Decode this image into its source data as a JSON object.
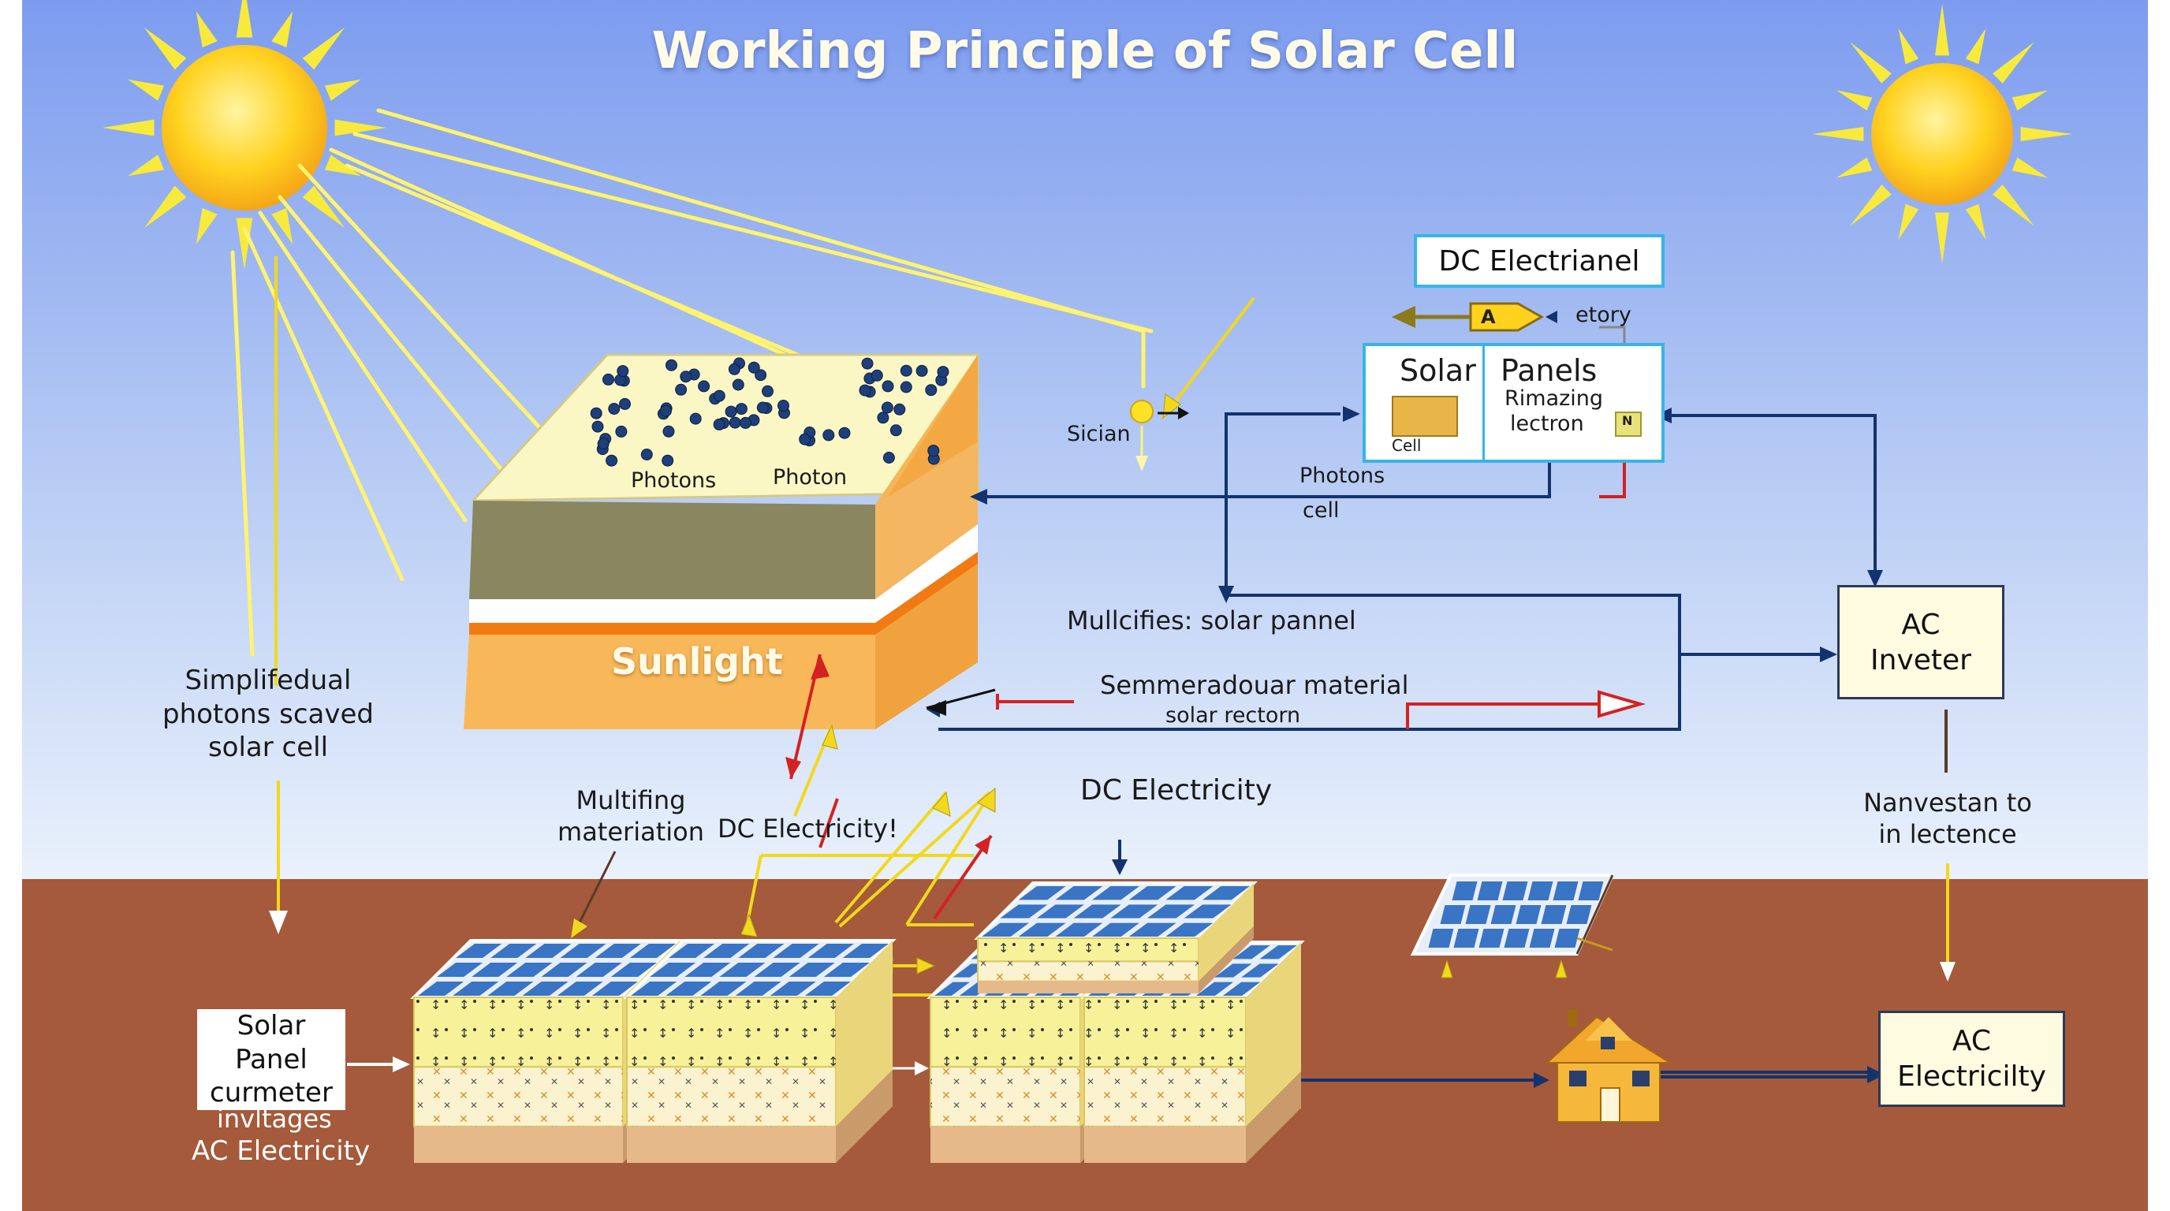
{
  "title": "Working Principle of Solar Cell",
  "colors": {
    "sky_top": "#7f9ff0",
    "sky_bottom": "#e7f0fb",
    "ground": "#a45a3b",
    "sun": "#ffd21f",
    "ray": "#fff27a",
    "cell_top": "#fbf7c4",
    "cell_side": "#f6b656",
    "dark_layer": "#8a8660",
    "arrow_navy": "#13336e",
    "arrow_red": "#d42121",
    "arrow_yellow": "#f2d81c",
    "box_border": "#2b3a55",
    "accent_cyan": "#36b5e5"
  },
  "icons": [
    "sun-icon",
    "house-icon",
    "solar-panel-icon",
    "photon-dot-icon",
    "amp-tag-icon"
  ],
  "labels": {
    "photons_top": "Photons",
    "photon_top": "Photon",
    "sunlight": "Sunlight",
    "sician": "Sician",
    "photons_mid": "Photons",
    "cell_mid": "cell",
    "multicities": "Mullcifies: solar pannel",
    "semiconductor_line1": "Semmeradouar material",
    "semiconductor_line2": "solar rectorn",
    "simplified": "Simplifedual photons scaved solar cell",
    "multifying": "Multifing materiation",
    "dc_electricity_excl": "DC Electricity!",
    "dc_electricity": "DC Electricity",
    "nanvestan": "Nanvestan to in lectence",
    "panel_caption_line1": "invltages",
    "panel_caption_line2": "AC Electricity"
  },
  "dc_panel": {
    "header": "DC Electrianel",
    "tag_a": "A",
    "tag_n": "N",
    "arrow_text": "etory",
    "left_title": "Solar",
    "right_title": "Panels",
    "right_line2": "Rimazing",
    "right_line3": "lectron",
    "cell_label": "Cell"
  },
  "boxes": {
    "ac_inverter": "AC Inveter",
    "solar_panel_meter": "Solar Panel curmeter",
    "ac_electricity": "AC Electricilty"
  }
}
